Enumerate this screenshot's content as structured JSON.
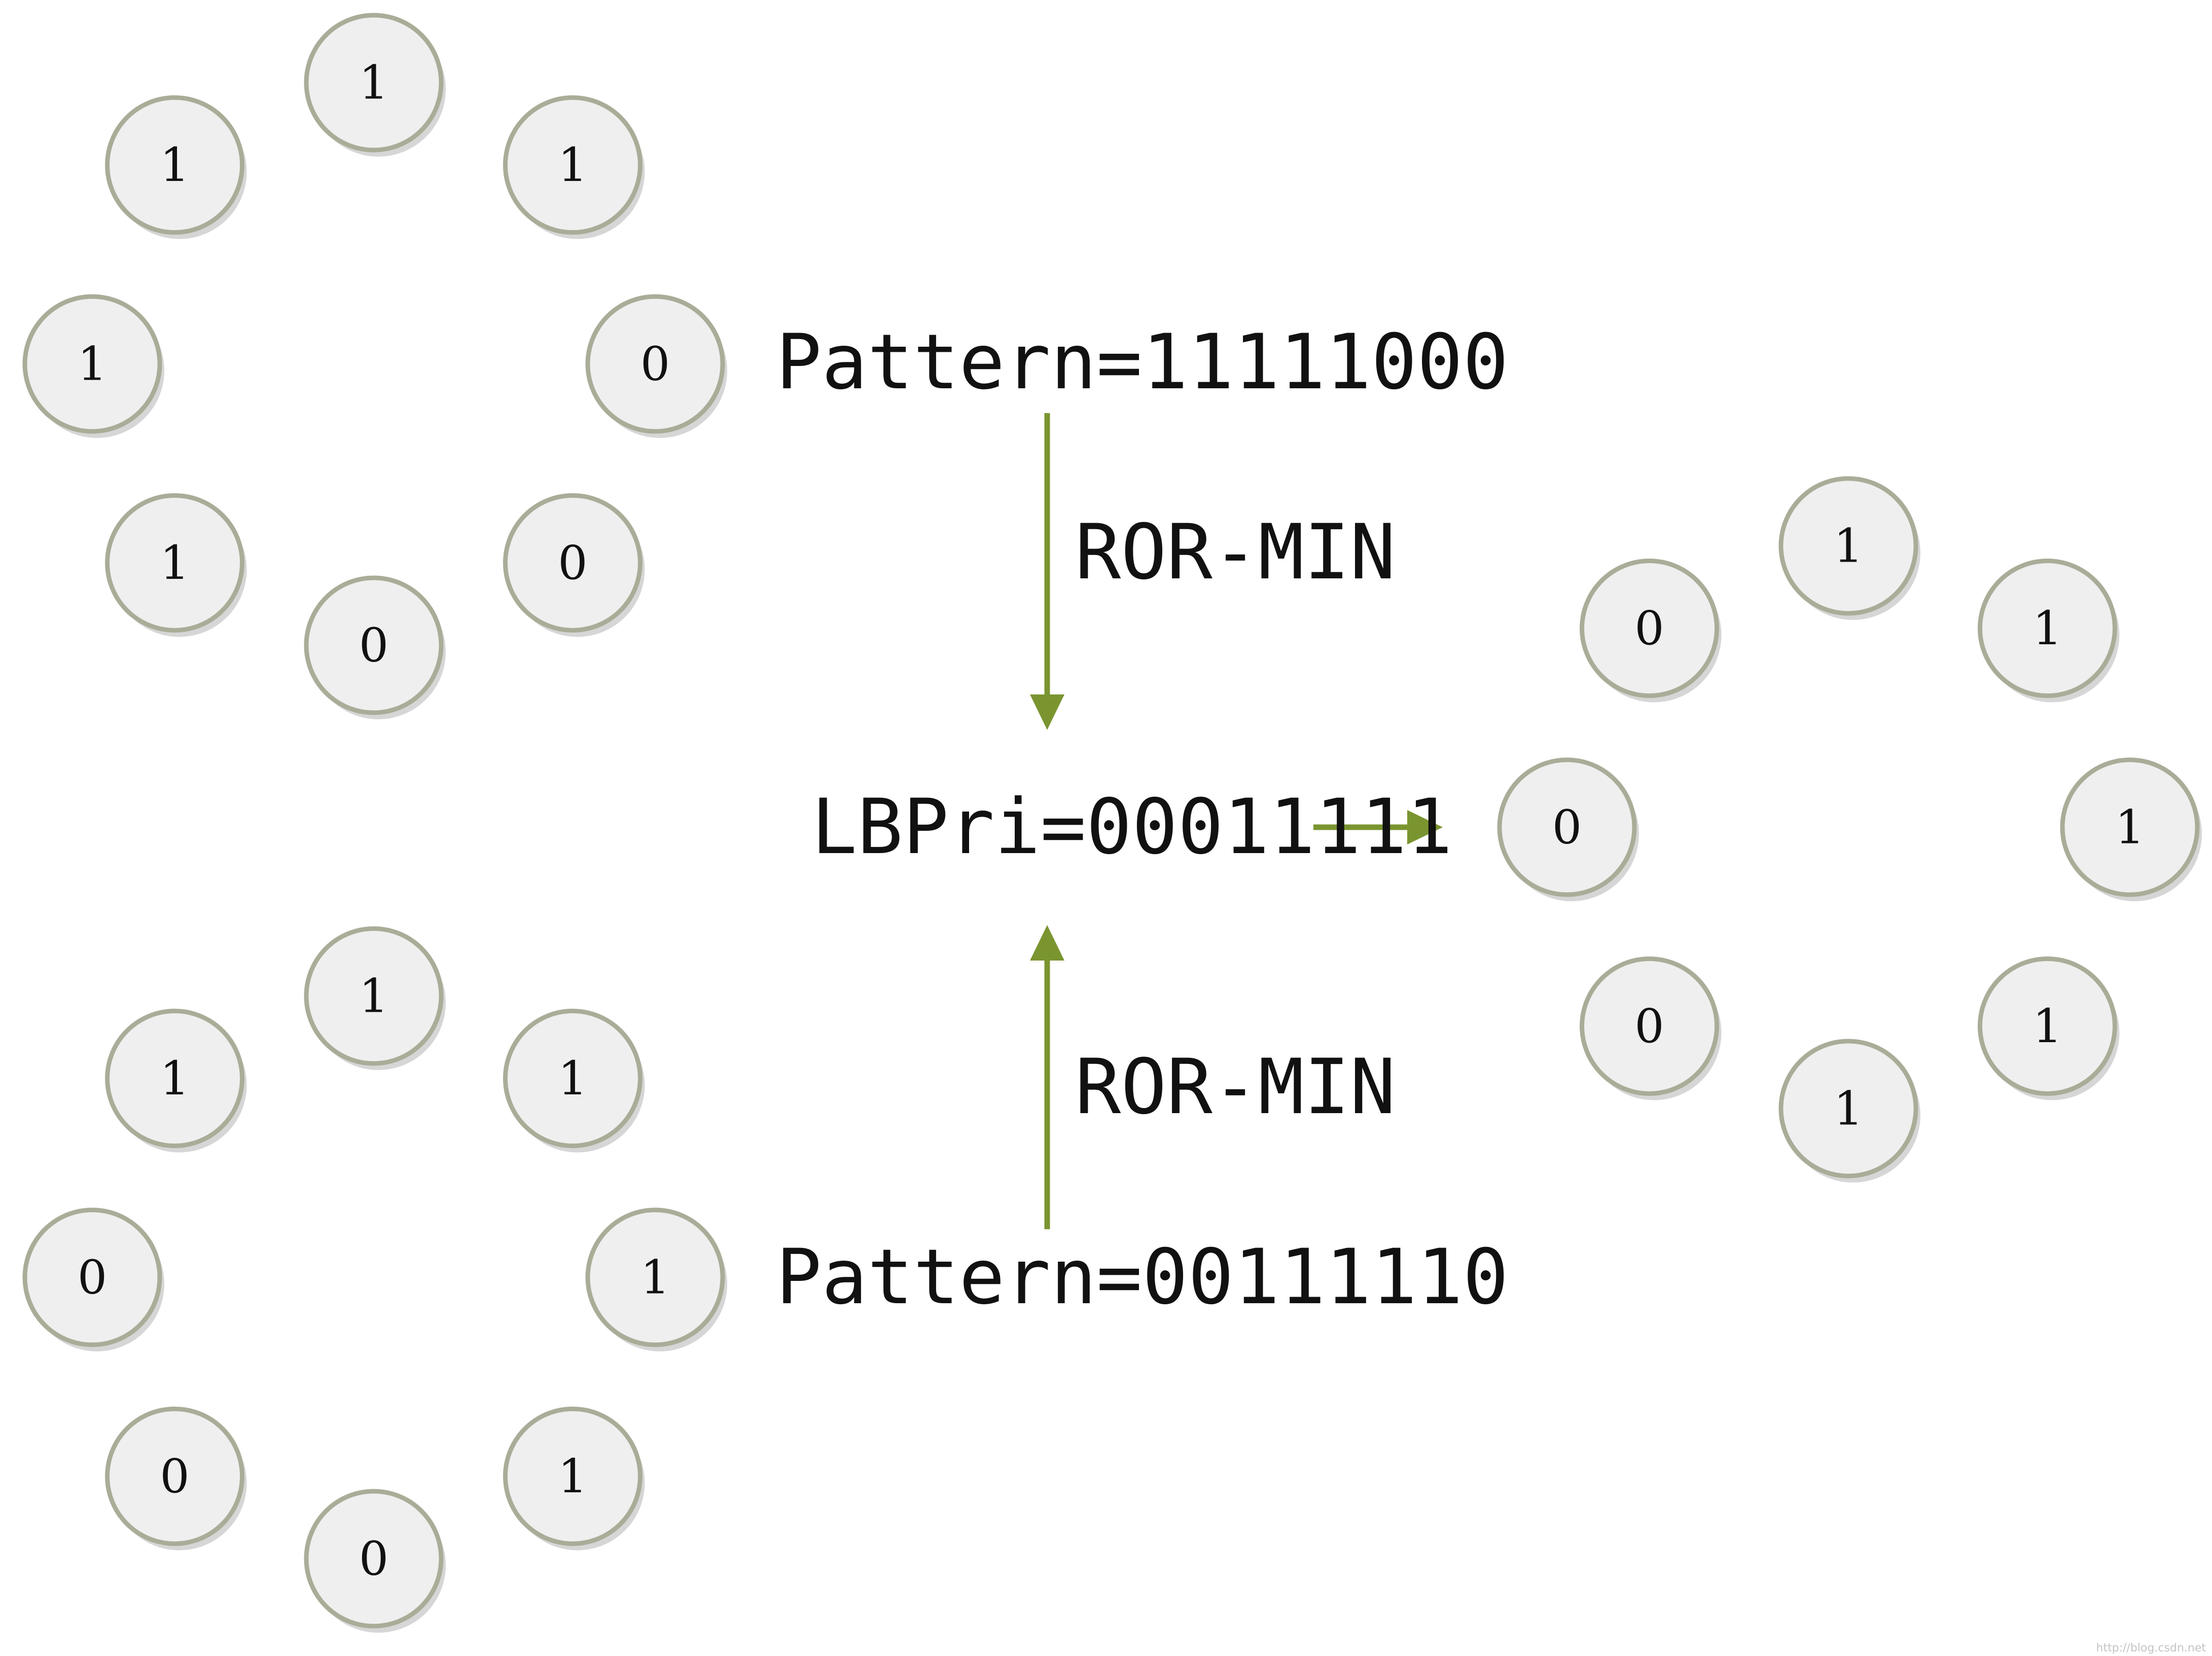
{
  "top_circle": {
    "bits": [
      "0",
      "0",
      "0",
      "1",
      "1",
      "1",
      "1",
      "1"
    ]
  },
  "bottom_circle": {
    "bits": [
      "1",
      "1",
      "0",
      "0",
      "0",
      "1",
      "1",
      "1"
    ]
  },
  "result_circle": {
    "bits": [
      "1",
      "1",
      "1",
      "0",
      "0",
      "0",
      "1",
      "1"
    ]
  },
  "labels": {
    "top_pattern": "Pattern=11111000",
    "result": "LBPri=00011111",
    "bottom_pattern": "Pattern=00111110",
    "top_operation": "ROR-MIN",
    "bottom_operation": "ROR-MIN"
  },
  "watermark": "http://blog.csdn.net",
  "colors": {
    "arrow": "#7a9530",
    "node_fill": "#efefef",
    "node_border": "#a9ad98"
  }
}
